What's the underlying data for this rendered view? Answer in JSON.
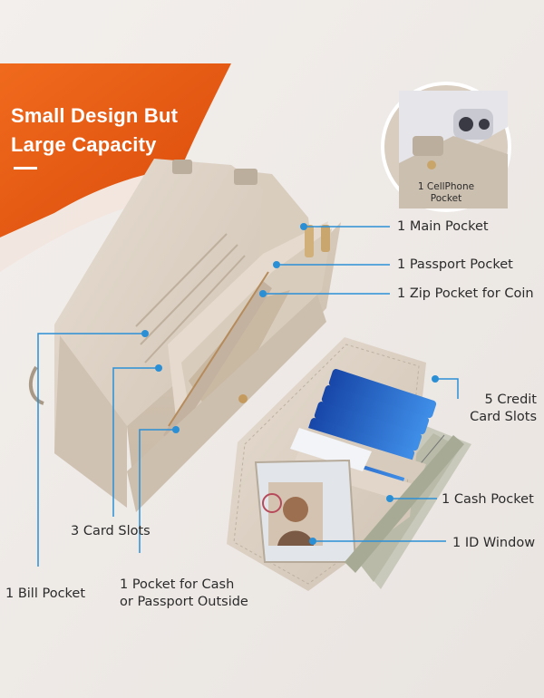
{
  "headline": {
    "line1": "Small Design But",
    "line2": "Large Capacity"
  },
  "inset": {
    "label_line1": "1 CellPhone",
    "label_line2": "Pocket"
  },
  "callouts": {
    "main_pocket": "1 Main Pocket",
    "passport_pocket": "1 Passport Pocket",
    "zip_pocket": "1 Zip Pocket for Coin",
    "credit_slots_line1": "5 Credit",
    "credit_slots_line2": "Card Slots",
    "cash_pocket": "1 Cash Pocket",
    "id_window": "1 ID Window",
    "card_slots": "3 Card Slots",
    "bill_pocket": "1 Bill Pocket",
    "outside_pocket_line1": "1 Pocket for Cash",
    "outside_pocket_line2": "or Passport Outside"
  },
  "colors": {
    "accent_orange": "#e8530f",
    "callout_blue": "#2b8fd6",
    "leather": "#ddd2c5",
    "card_blue": "#1f5fc4"
  }
}
